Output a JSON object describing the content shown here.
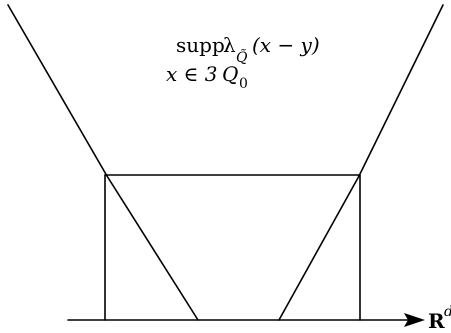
{
  "labels": {
    "support_prefix": "supp",
    "lambda": "λ",
    "tilde_q": "Q̃",
    "argument": "(x − y)",
    "condition_var": "x ∈ 3",
    "condition_q": "Q",
    "condition_sub": "0"
  },
  "axis": {
    "label": "R",
    "superscript": "d"
  }
}
